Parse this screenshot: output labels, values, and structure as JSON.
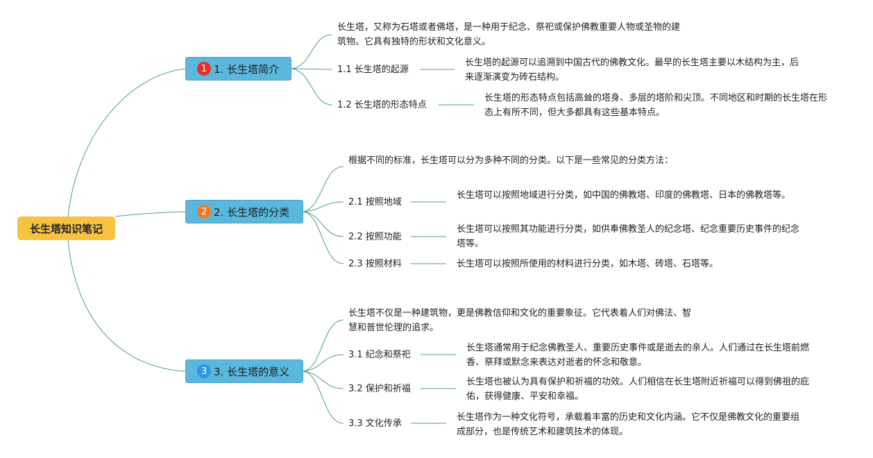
{
  "root": {
    "label": "长生塔知识笔记"
  },
  "colors": {
    "root_fill": "#f5c242",
    "topic_fill": "#5bb8dd",
    "connector": "#4a9d86",
    "badge_1": "#e3312b",
    "badge_2": "#ec7a2a",
    "badge_3": "#2e97dd"
  },
  "topics": [
    {
      "badge": "1",
      "label": "1. 长生塔简介",
      "intro": "长生塔，又称为石塔或者佛塔，是一种用于纪念、祭祀或保护佛教重要人物或圣物的建筑物。它具有独特的形状和文化意义。",
      "subs": [
        {
          "label": "1.1 长生塔的起源",
          "text": "长生塔的起源可以追溯到中国古代的佛教文化。最早的长生塔主要以木结构为主，后来逐渐演变为砖石结构。"
        },
        {
          "label": "1.2 长生塔的形态特点",
          "text": "长生塔的形态特点包括高耸的塔身、多层的塔阶和尖顶。不同地区和时期的长生塔在形态上有所不同，但大多都具有这些基本特点。"
        }
      ]
    },
    {
      "badge": "2",
      "label": "2. 长生塔的分类",
      "intro": "根据不同的标准，长生塔可以分为多种不同的分类。以下是一些常见的分类方法：",
      "subs": [
        {
          "label": "2.1 按照地域",
          "text": "长生塔可以按照地域进行分类，如中国的佛教塔、印度的佛教塔、日本的佛教塔等。"
        },
        {
          "label": "2.2 按照功能",
          "text": "长生塔可以按照其功能进行分类，如供奉佛教圣人的纪念塔、纪念重要历史事件的纪念塔等。"
        },
        {
          "label": "2.3 按照材料",
          "text": "长生塔可以按照所使用的材料进行分类，如木塔、砖塔、石塔等。"
        }
      ]
    },
    {
      "badge": "3",
      "label": "3. 长生塔的意义",
      "intro": "长生塔不仅是一种建筑物，更是佛教信仰和文化的重要象征。它代表着人们对佛法、智慧和普世伦理的追求。",
      "subs": [
        {
          "label": "3.1 纪念和祭祀",
          "text": "长生塔通常用于纪念佛教圣人、重要历史事件或是逝去的亲人。人们通过在长生塔前燃香、祭拜或默念来表达对逝者的怀念和敬意。"
        },
        {
          "label": "3.2 保护和祈福",
          "text": "长生塔也被认为具有保护和祈福的功效。人们相信在长生塔附近祈福可以得到佛祖的庇佑，获得健康、平安和幸福。"
        },
        {
          "label": "3.3 文化传承",
          "text": "长生塔作为一种文化符号，承载着丰富的历史和文化内涵。它不仅是佛教文化的重要组成部分，也是传统艺术和建筑技术的体现。"
        }
      ]
    }
  ]
}
